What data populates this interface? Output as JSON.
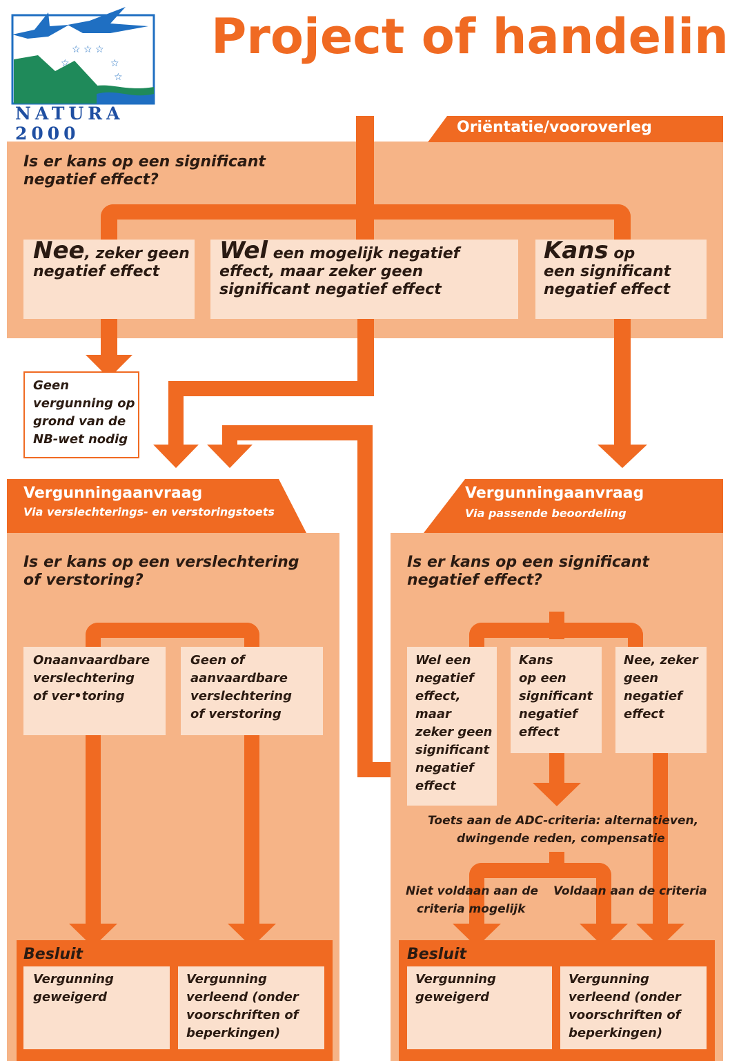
{
  "title": "Project of handeling",
  "logo": {
    "text": "NATURA 2000",
    "colors": {
      "blue": "#1f6fc2",
      "green": "#1f8a5a",
      "navy": "#1f4fa2"
    }
  },
  "colors": {
    "orange": "#f06a22",
    "panel": "#f6b487",
    "box": "#fbe0cd"
  },
  "top": {
    "header": "Oriëntatie/vooroverleg",
    "question_line1": "Is er kans op een significant",
    "question_line2": "negatief effect?",
    "options": [
      {
        "big": "Nee",
        "rest1": ", zeker geen",
        "rest2": "negatief effect"
      },
      {
        "big": "Wel",
        "rest1": " een mogelijk negatief",
        "rest2": "effect, maar zeker geen",
        "rest3": "significant negatief effect"
      },
      {
        "big": "Kans",
        "rest1": " op",
        "rest2": "een significant",
        "rest3": "negatief effect"
      }
    ],
    "no_permit": [
      "Geen",
      "vergunning op",
      "grond van de",
      "NB-wet nodig"
    ]
  },
  "left": {
    "header_title": "Vergunningaanvraag",
    "header_sub": "Via verslechterings- en verstoringstoets",
    "question_line1": "Is er kans op een verslechtering",
    "question_line2": "of verstoring?",
    "opt1": [
      "Onaanvaardbare",
      "verslechtering",
      "of ver•toring"
    ],
    "opt2": [
      "Geen of",
      "aanvaardbare",
      "verslechtering",
      "of verstoring"
    ],
    "besluit": "Besluit",
    "dec1": [
      "Vergunning",
      "geweigerd"
    ],
    "dec2": [
      "Vergunning",
      "verleend (onder",
      "voorschriften of",
      "beperkingen)"
    ]
  },
  "right": {
    "header_title": "Vergunningaanvraag",
    "header_sub": "Via passende beoordeling",
    "question_line1": "Is er kans op een significant",
    "question_line2": "negatief effect?",
    "opt1": [
      "Wel een",
      "negatief",
      "effect,",
      "maar",
      "zeker geen",
      "significant",
      "negatief",
      "effect"
    ],
    "opt2": [
      "Kans",
      "op een",
      "significant",
      "negatief",
      "effect"
    ],
    "opt3": [
      "Nee, zeker",
      "geen",
      "negatief",
      "effect"
    ],
    "adc_line1": "Toets aan de ADC-criteria: alternatieven,",
    "adc_line2": "dwingende reden, compensatie",
    "not_met1": "Niet voldaan aan de",
    "not_met2": "criteria mogelijk",
    "met": "Voldaan aan de criteria",
    "besluit": "Besluit",
    "dec1": [
      "Vergunning",
      "geweigerd"
    ],
    "dec2": [
      "Vergunning",
      "verleend (onder",
      "voorschriften of",
      "beperkingen)"
    ]
  }
}
